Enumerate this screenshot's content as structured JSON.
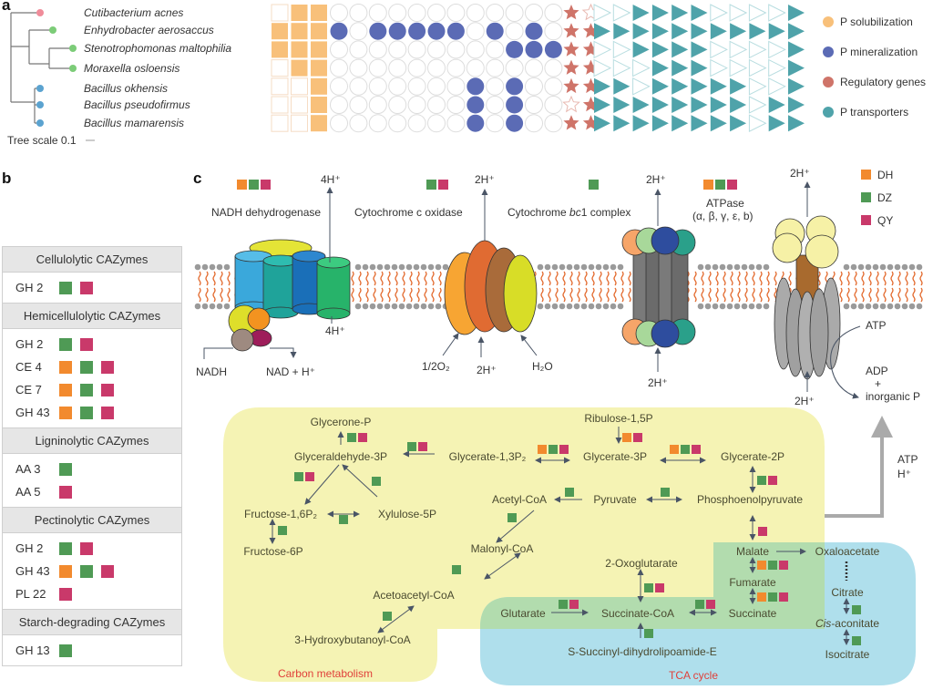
{
  "panels": {
    "a": "a",
    "b": "b",
    "c": "c"
  },
  "panel_a": {
    "species": [
      {
        "name": "Cutibacterium acnes",
        "clade_color": "#f08c9a"
      },
      {
        "name": "Enhydrobacter aerosaccus",
        "clade_color": "#7ccc78"
      },
      {
        "name": "Stenotrophomonas maltophilia",
        "clade_color": "#7ccc78"
      },
      {
        "name": "Moraxella osloensis",
        "clade_color": "#7ccc78"
      },
      {
        "name": "Bacillus okhensis",
        "clade_color": "#5ba3d0"
      },
      {
        "name": "Bacillus pseudofirmus",
        "clade_color": "#5ba3d0"
      },
      {
        "name": "Bacillus mamarensis",
        "clade_color": "#5ba3d0"
      }
    ],
    "tree_scale": "Tree scale 0.1",
    "matrix": {
      "p_solubilization": [
        [
          0,
          1,
          1
        ],
        [
          1,
          1,
          1
        ],
        [
          1,
          1,
          1
        ],
        [
          0,
          1,
          1
        ],
        [
          0,
          0,
          1
        ],
        [
          0,
          0,
          1
        ],
        [
          0,
          0,
          1
        ]
      ],
      "p_mineralization": [
        [
          0,
          0,
          0,
          0,
          0,
          0,
          0,
          0,
          0,
          0,
          0,
          0
        ],
        [
          1,
          0,
          1,
          1,
          1,
          1,
          1,
          0,
          1,
          0,
          1,
          0
        ],
        [
          0,
          0,
          0,
          0,
          0,
          0,
          0,
          0,
          0,
          1,
          1,
          1
        ],
        [
          0,
          0,
          0,
          0,
          0,
          0,
          0,
          0,
          0,
          0,
          0,
          0
        ],
        [
          0,
          0,
          0,
          0,
          0,
          0,
          0,
          1,
          0,
          1,
          0,
          0
        ],
        [
          0,
          0,
          0,
          0,
          0,
          0,
          0,
          1,
          0,
          1,
          0,
          0
        ],
        [
          0,
          0,
          0,
          0,
          0,
          0,
          0,
          1,
          0,
          1,
          0,
          0
        ]
      ],
      "regulatory_genes": [
        [
          1,
          0
        ],
        [
          1,
          1
        ],
        [
          1,
          1
        ],
        [
          1,
          1
        ],
        [
          1,
          1
        ],
        [
          0,
          1
        ],
        [
          1,
          1
        ]
      ],
      "p_transporters": [
        [
          0,
          0,
          1,
          1,
          1,
          1,
          0,
          0,
          0,
          0,
          1
        ],
        [
          1,
          1,
          1,
          1,
          1,
          1,
          1,
          1,
          1,
          1,
          1
        ],
        [
          0,
          0,
          1,
          1,
          1,
          1,
          0,
          0,
          0,
          0,
          1
        ],
        [
          0,
          0,
          0,
          1,
          1,
          1,
          0,
          0,
          0,
          0,
          1
        ],
        [
          1,
          1,
          0,
          1,
          1,
          1,
          1,
          1,
          0,
          0,
          1
        ],
        [
          1,
          1,
          1,
          1,
          1,
          1,
          1,
          1,
          0,
          1,
          1
        ],
        [
          1,
          1,
          1,
          1,
          1,
          1,
          1,
          1,
          0,
          1,
          1
        ]
      ]
    },
    "legend": [
      {
        "label": "P solubilization",
        "color": "#f8c07a"
      },
      {
        "label": "P mineralization",
        "color": "#5b6bb5"
      },
      {
        "label": "Regulatory genes",
        "color": "#cf7469"
      },
      {
        "label": "P transporters",
        "color": "#4fa3aa"
      }
    ]
  },
  "panel_b": {
    "groups": [
      {
        "title": "Cellulolytic CAZymes",
        "rows": [
          {
            "name": "GH 2",
            "samples": [
              "",
              "DZ",
              "QY"
            ]
          }
        ]
      },
      {
        "title": "Hemicellulolytic CAZymes",
        "rows": [
          {
            "name": "GH 2",
            "samples": [
              "",
              "DZ",
              "QY"
            ]
          },
          {
            "name": "CE 4",
            "samples": [
              "DH",
              "DZ",
              "QY"
            ]
          },
          {
            "name": "CE 7",
            "samples": [
              "DH",
              "DZ",
              "QY"
            ]
          },
          {
            "name": "GH 43",
            "samples": [
              "DH",
              "DZ",
              "QY"
            ]
          }
        ]
      },
      {
        "title": "Ligninolytic CAZymes",
        "rows": [
          {
            "name": "AA 3",
            "samples": [
              "",
              "DZ"
            ]
          },
          {
            "name": "AA 5",
            "samples": [
              "",
              "QY"
            ]
          }
        ]
      },
      {
        "title": "Pectinolytic CAZymes",
        "rows": [
          {
            "name": "GH 2",
            "samples": [
              "",
              "DZ",
              "QY"
            ]
          },
          {
            "name": "GH 43",
            "samples": [
              "DH",
              "DZ",
              "QY"
            ]
          },
          {
            "name": "PL 22",
            "samples": [
              "",
              "QY"
            ]
          }
        ]
      },
      {
        "title": "Starch-degrading CAZymes",
        "rows": [
          {
            "name": "GH 13",
            "samples": [
              "",
              "DZ"
            ]
          }
        ]
      }
    ]
  },
  "sample_colors": {
    "DH": "#f28a2e",
    "DZ": "#4f9a55",
    "QY": "#c9396a"
  },
  "panel_c": {
    "legend": [
      {
        "key": "DH",
        "label": "DH"
      },
      {
        "key": "DZ",
        "label": "DZ"
      },
      {
        "key": "QY",
        "label": "QY"
      }
    ],
    "complexes": {
      "nadh": {
        "label": "NADH dehydrogenase",
        "out": "4H⁺",
        "in": "4H⁺",
        "substrate": "NADH",
        "product": "NAD + H⁺",
        "samples": [
          "DH",
          "DZ",
          "QY"
        ]
      },
      "cox": {
        "label": "Cytochrome c oxidase",
        "out": "2H⁺",
        "in": "2H⁺",
        "o2": "1/2O₂",
        "h2o": "H₂O",
        "samples": [
          "DZ",
          "QY"
        ]
      },
      "bc1": {
        "label_pre": "Cytochrome ",
        "label_italic": "bc",
        "label_post": "1 complex",
        "out": "2H⁺",
        "in": "2H⁺",
        "samples": [
          "DZ"
        ]
      },
      "atpase": {
        "label": "ATPase",
        "sublabel": "(α, β, γ, ε, b)",
        "out": "2H⁺",
        "in": "2H⁺",
        "atp": "ATP",
        "adp": "ADP",
        "plus": "+",
        "pi": "inorganic P",
        "samples": [
          "DH",
          "DZ",
          "QY"
        ]
      }
    },
    "side_arrow": {
      "line1": "ATP",
      "line2": "H⁺"
    },
    "regions": {
      "carbon": "Carbon metabolism",
      "tca": "TCA cycle"
    },
    "metabolites": {
      "glycerone_p": "Glycerone-P",
      "gly3p": "Glyceraldehyde-3P",
      "glycerate13": "Glycerate-1,3P₂",
      "ribulose": "Ribulose-1,5P",
      "glycerate3p": "Glycerate-3P",
      "glycerate2p": "Glycerate-2P",
      "fru16": "Fructose-1,6P₂",
      "xylulose": "Xylulose-5P",
      "fru6p": "Fructose-6P",
      "acetylcoa": "Acetyl-CoA",
      "pyruvate": "Pyruvate",
      "pep": "Phosphoenolpyruvate",
      "malonyl": "Malonyl-CoA",
      "acetoacetyl": "Acetoacetyl-CoA",
      "hydroxy": "3-Hydroxybutanoyl-CoA",
      "oxoglut": "2-Oxoglutarate",
      "glutarate": "Glutarate",
      "succcoa": "Succinate-CoA",
      "succinate": "Succinate",
      "malate": "Malate",
      "oxaloacetate": "Oxaloacetate",
      "fumarate": "Fumarate",
      "citrate": "Citrate",
      "cisacon_i": "Cis",
      "cisacon": "-aconitate",
      "isocitrate": "Isocitrate",
      "ssdl": "S-Succinyl-dihydrolipoamide-E"
    },
    "reaction_samples": {
      "gly3p_glycerone": [
        "DZ",
        "QY"
      ],
      "glycerate13_gly3p": [
        "DZ",
        "QY"
      ],
      "gly3p_fru16": [
        "DZ",
        "QY"
      ],
      "xyl_gly3p": [
        "DZ"
      ],
      "fru16_xyl": [
        "DZ"
      ],
      "fru16_fru6p": [
        "DZ"
      ],
      "ribulose_glycerate3p": [
        "DH",
        "QY"
      ],
      "glycerate13_3p": [
        "DH",
        "DZ",
        "QY"
      ],
      "glycerate3p_2p": [
        "DH",
        "DZ",
        "QY"
      ],
      "glycerate2p_pep": [
        "DZ",
        "QY"
      ],
      "pyruvate_acetyl": [
        "DZ"
      ],
      "pyruvate_pep": [
        "DZ"
      ],
      "acetyl_malonyl": [
        "DZ"
      ],
      "malonyl_acetoacetyl": [
        "DZ"
      ],
      "acetoacetyl_hydroxy": [
        "DZ"
      ],
      "pep_malate": [
        "QY"
      ],
      "malate_fumarate": [
        "DH",
        "DZ",
        "QY"
      ],
      "fumarate_succinate": [
        "DH",
        "DZ",
        "QY"
      ],
      "oxoglut_succcoa": [
        "DZ",
        "QY"
      ],
      "glutarate_succcoa": [
        "DZ",
        "QY"
      ],
      "succcoa_succinate": [
        "DZ",
        "QY"
      ],
      "ssdl_succcoa": [
        "DZ"
      ],
      "citrate_cis": [
        "DZ"
      ],
      "cis_iso": [
        "DZ"
      ]
    }
  }
}
